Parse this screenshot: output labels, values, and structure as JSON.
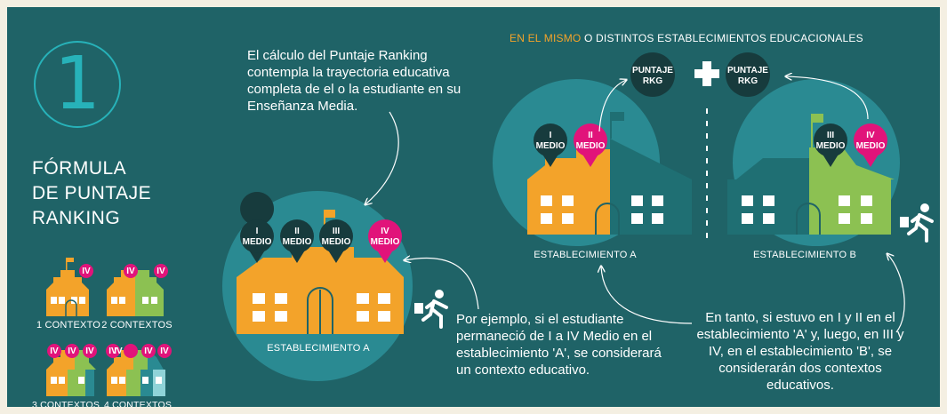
{
  "number": "1",
  "title_lines": [
    "FÓRMULA",
    "DE PUNTAJE",
    "RANKING"
  ],
  "legend": {
    "labels": [
      "1 CONTEXTO",
      "2 CONTEXTOS",
      "3 CONTEXTOS",
      "4 CONTEXTOS"
    ],
    "badge": "IV"
  },
  "intro_text": "El cálculo del Puntaje Ranking contempla la trayectoria educativa completa de el o la estudiante en su Enseñanza Media.",
  "header": {
    "highlight": "EN EL MISMO",
    "rest": " O DISTINTOS ESTABLECIMIENTOS EDUCACIONALES"
  },
  "pins": {
    "i": [
      "I",
      "MEDIO"
    ],
    "ii": [
      "II",
      "MEDIO"
    ],
    "iii": [
      "III",
      "MEDIO"
    ],
    "iv": [
      "IV",
      "MEDIO"
    ]
  },
  "ranking_bubble": [
    "PUNTAJE",
    "RKG"
  ],
  "school_a_label": "ESTABLECIMIENTO A",
  "school_b_label": "ESTABLECIMIENTO B",
  "example_one": "Por ejemplo, si el estudiante permaneció de I a IV Medio en el establecimiento 'A', se considerará un contexto educativo.",
  "example_two": "En tanto, si estuvo en I y II en el establecimiento 'A' y, luego, en III y IV, en el establecimiento 'B', se considerarán dos contextos educativos.",
  "colors": {
    "background": "#1f6367",
    "circle": "#2a8a92",
    "orange": "#f3a32a",
    "green": "#8cc152",
    "pink": "#e1137a",
    "dark": "#173b3d",
    "teal": "#27b2b9",
    "highlight": "#f3a32a"
  }
}
